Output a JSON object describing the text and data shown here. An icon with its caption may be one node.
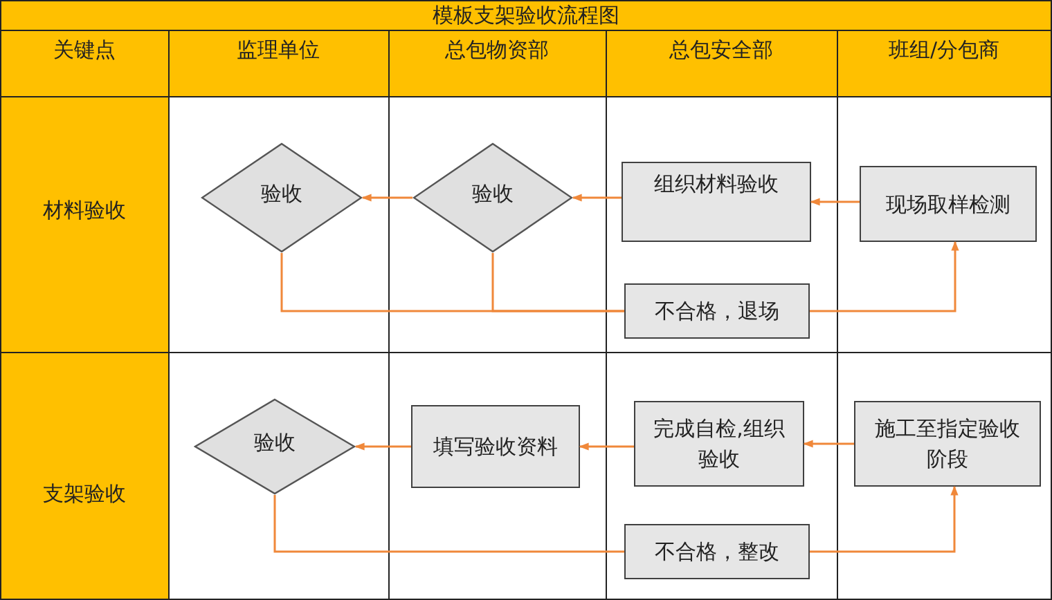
{
  "diagram": {
    "title": "模板支架验收流程图",
    "nodes": [
      {
        "text": [
          "验收"
        ]
      },
      {
        "text": [
          "验收"
        ]
      },
      {
        "text": [
          "组织材料验收"
        ]
      },
      {
        "text": [
          "现场取样检测"
        ]
      },
      {
        "text": [
          "不合格，退场"
        ]
      },
      {
        "text": [
          "验收"
        ]
      },
      {
        "text": [
          "填写验收资料"
        ]
      },
      {
        "text": [
          "完成自检,组织验收"
        ]
      },
      {
        "text": [
          "施工至指定验收阶段"
        ]
      },
      {
        "text": [
          "不合格，整改"
        ]
      }
    ],
    "edges": [
      {
        "from": 3,
        "to": 2,
        "arrow": "to"
      },
      {
        "from": 2,
        "to": 1,
        "arrow": "to"
      },
      {
        "from": 1,
        "to": 0,
        "arrow": "to"
      },
      {
        "from": 0,
        "to": 4,
        "arrow": "none"
      },
      {
        "from": 1,
        "to": 4,
        "arrow": "none"
      },
      {
        "from": 4,
        "to": 3,
        "arrow": "to"
      },
      {
        "from": 8,
        "to": 7,
        "arrow": "to"
      },
      {
        "from": 7,
        "to": 6,
        "arrow": "to"
      },
      {
        "from": 6,
        "to": 5,
        "arrow": "to"
      },
      {
        "from": 5,
        "to": 9,
        "arrow": "none"
      },
      {
        "from": 9,
        "to": 8,
        "arrow": "to"
      }
    ],
    "labels": [
      "关键点",
      "监理单位",
      "总包物资部",
      "总包安全部",
      "班组/分包商",
      "材料验收",
      "支架验收"
    ]
  }
}
